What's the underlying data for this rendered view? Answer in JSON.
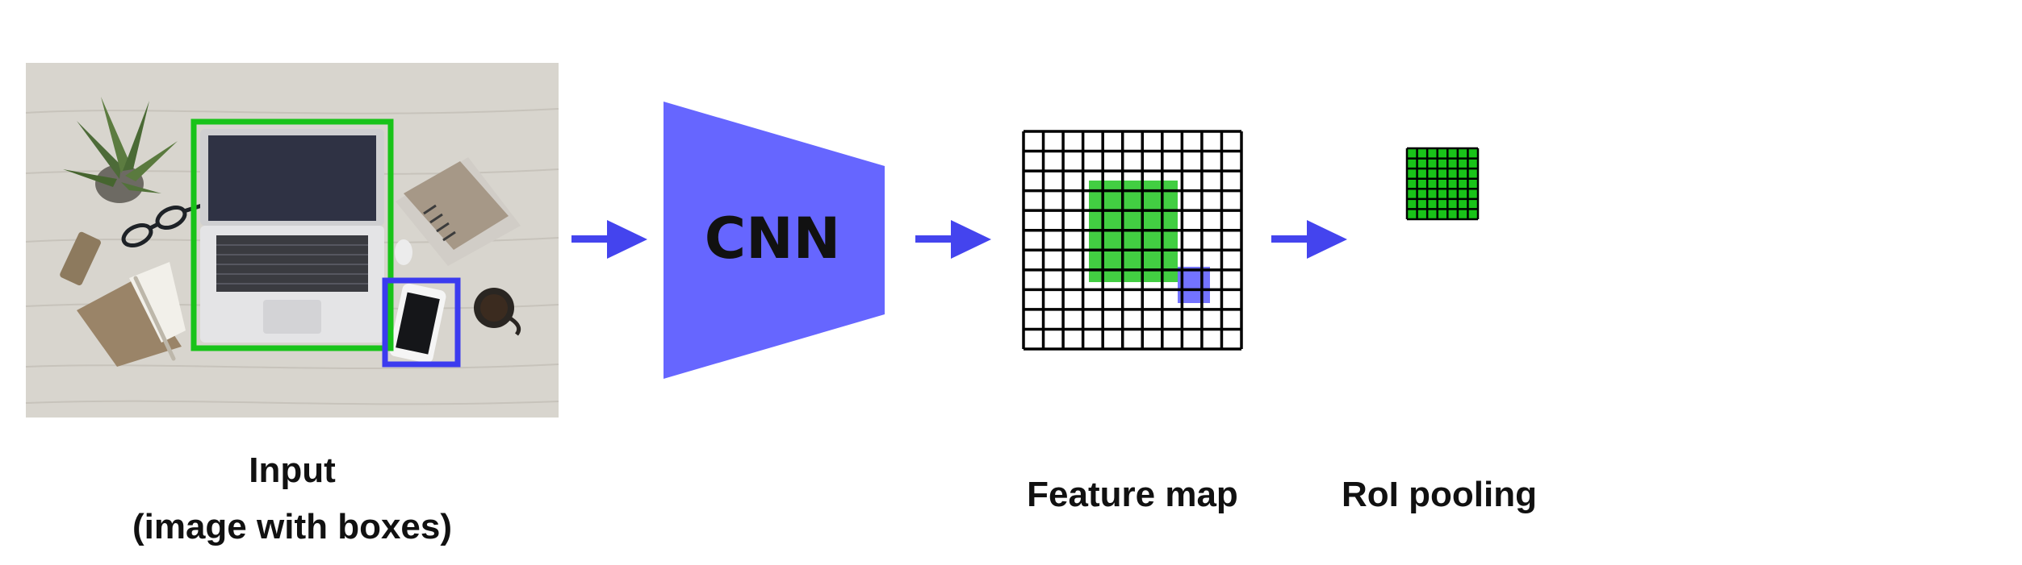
{
  "labels": {
    "input_line1": "Input",
    "input_line2": "(image with boxes)",
    "cnn": "CNN",
    "feature_map": "Feature map",
    "roi_pooling": "RoI pooling"
  },
  "colors": {
    "accent_blue": "#4444ee",
    "cnn_fill": "#6666ff",
    "box_green": "#19c319",
    "box_blue": "#3b3bef",
    "grid_line": "#000000"
  },
  "feature_map": {
    "rows": 11,
    "cols": 11
  },
  "roi_pool": {
    "rows": 7,
    "cols": 7
  },
  "input_image": {
    "objects": [
      "plant-icon",
      "glasses-icon",
      "laptop-icon",
      "notebook-icon",
      "phone-icon",
      "coffee-cup-icon",
      "open-notebook-icon",
      "pen-icon",
      "mouse-icon"
    ]
  }
}
